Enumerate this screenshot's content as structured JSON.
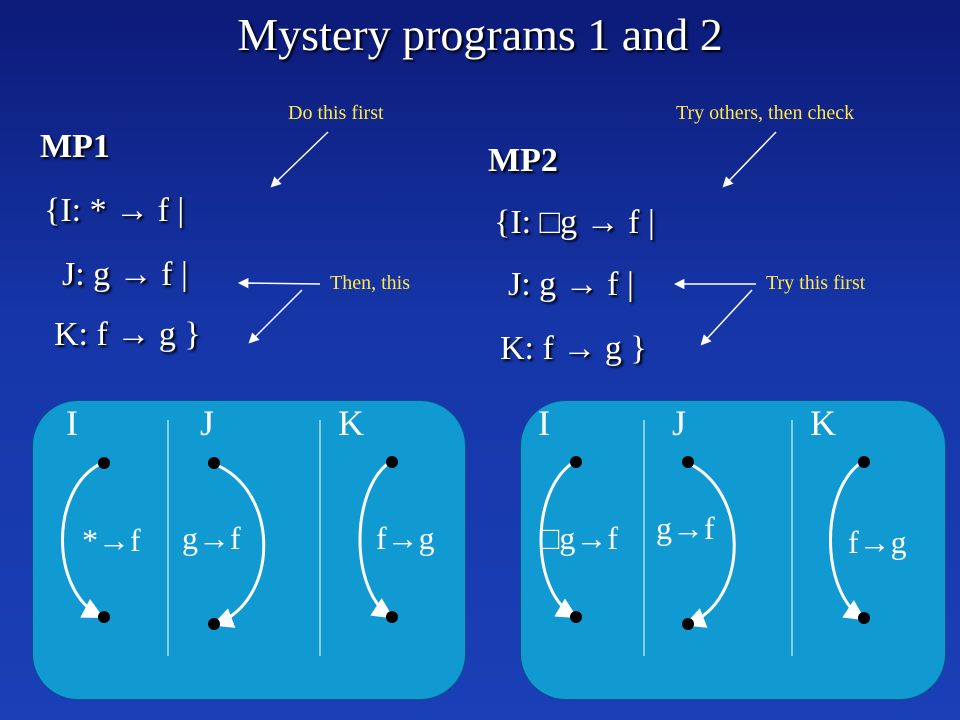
{
  "title": "Mystery programs 1 and 2",
  "mp1": {
    "heading": "MP1",
    "rule_i": "{I: *  →  f  |",
    "rule_j": "J: g  →  f  |",
    "rule_k": "K: f  →  g }"
  },
  "mp2": {
    "heading": "MP2",
    "rule_i": "{I: □g  →  f  |",
    "rule_j": "J: g  →  f  |",
    "rule_k": "K: f  →  g }"
  },
  "notes": {
    "mp1_first": "Do this first",
    "mp1_then": "Then, this",
    "mp2_first": "Try this first",
    "mp2_check": "Try others, then check"
  },
  "panel1": {
    "labels": [
      "I",
      "J",
      "K"
    ],
    "edges": [
      "*→f",
      "g→f",
      "f→g"
    ]
  },
  "panel2": {
    "labels": [
      "I",
      "J",
      "K"
    ],
    "edges": [
      "□g→f",
      "g→f",
      "f→g"
    ]
  },
  "colors": {
    "panel": "#119ad1",
    "note": "#ffe84a"
  }
}
